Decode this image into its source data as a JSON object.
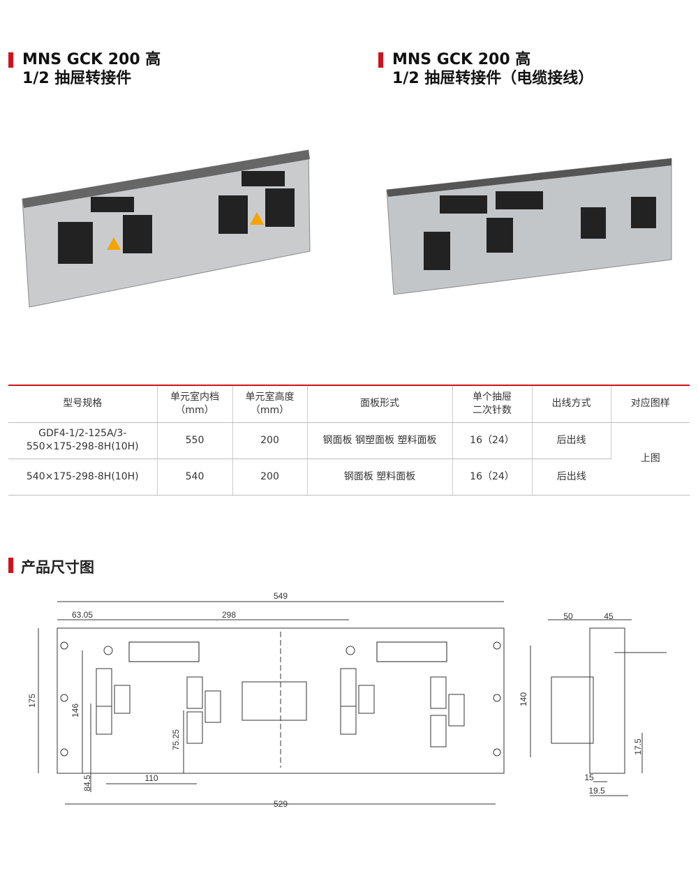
{
  "titles": [
    {
      "line1": "MNS GCK 200 高",
      "line2": "1/2 抽屉转接件"
    },
    {
      "line1": "MNS GCK 200 高",
      "line2": "1/2 抽屉转接件（电缆接线）"
    }
  ],
  "table": {
    "headers": [
      [
        "型号规格"
      ],
      [
        "单元室内档",
        "（mm）"
      ],
      [
        "单元室高度",
        "（mm）"
      ],
      [
        "面板形式"
      ],
      [
        "单个抽屉",
        "二次针数"
      ],
      [
        "出线方式"
      ],
      [
        "对应图样"
      ]
    ],
    "rows": [
      {
        "model": [
          "GDF4-1/2-125A/3-",
          "550×175-298-8H(10H)"
        ],
        "width": "550",
        "height": "200",
        "panel": "钢面板 钢塑面板 塑料面板",
        "pins": "16（24）",
        "outlet": "后出线"
      },
      {
        "model": [
          "540×175-298-8H(10H)"
        ],
        "width": "540",
        "height": "200",
        "panel": "钢面板 塑料面板",
        "pins": "16（24）",
        "outlet": "后出线"
      }
    ],
    "drawing_ref": "上图"
  },
  "section_title": "产品尺寸图",
  "dims": {
    "front": {
      "total_width": "549",
      "left_offset": "63.05",
      "spacing": "298",
      "height": "175",
      "h146": "146",
      "h84": "84.5",
      "h75": "75.25",
      "w110": "110",
      "bottom": "529"
    },
    "side": {
      "d50": "50",
      "d45": "45",
      "h140": "140",
      "h17": "17.5",
      "d15": "15",
      "d19": "19.5"
    }
  },
  "colors": {
    "accent": "#d0121b"
  }
}
